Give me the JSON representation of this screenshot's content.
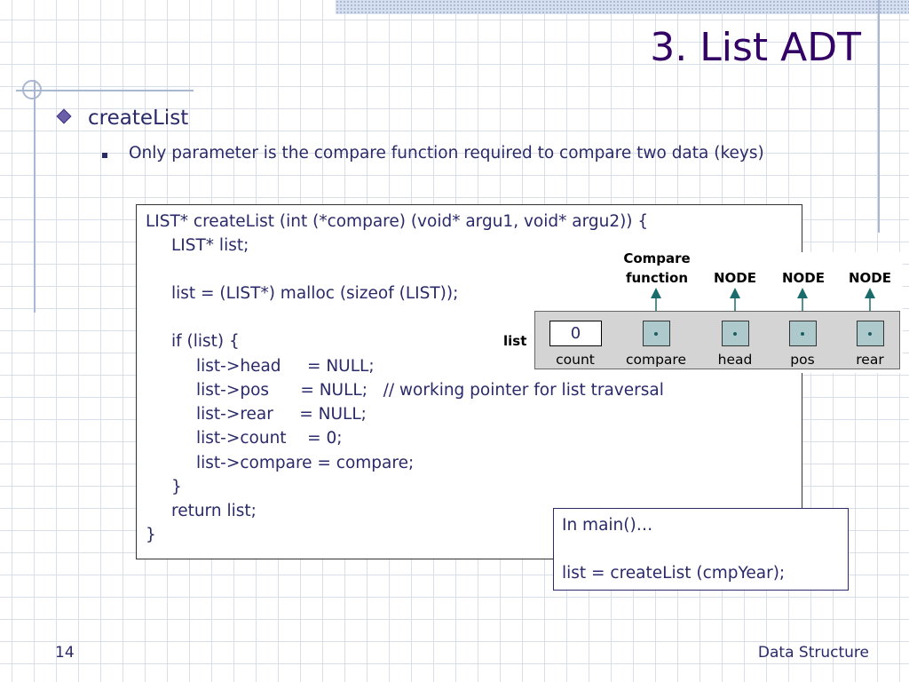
{
  "slide": {
    "title": "3. List ADT",
    "page_number": "14",
    "footer": "Data Structure"
  },
  "bullets": {
    "level1": "createList",
    "level2": "Only parameter is the compare function required to compare two data (keys)"
  },
  "code": {
    "lines": [
      "LIST* createList (int (*compare) (void* argu1, void* argu2)) {",
      "LIST* list;",
      "",
      "list = (LIST*) malloc (sizeof (LIST));",
      "",
      "if (list) {",
      "list->head     = NULL;",
      "list->pos      = NULL;   // working pointer for list traversal",
      "list->rear     = NULL;",
      "list->count    = 0;",
      "list->compare = compare;",
      "}",
      "return list;",
      "}"
    ]
  },
  "diagram": {
    "list_label": "list",
    "count_value": "0",
    "header_compare_line1": "Compare",
    "header_compare_line2": "function",
    "header_node1": "NODE",
    "header_node2": "NODE",
    "header_node3": "NODE",
    "fields": [
      "count",
      "compare",
      "head",
      "pos",
      "rear"
    ]
  },
  "main_box": {
    "line1": "In main()…",
    "line2": "",
    "line3": "list = createList (cmpYear);"
  }
}
